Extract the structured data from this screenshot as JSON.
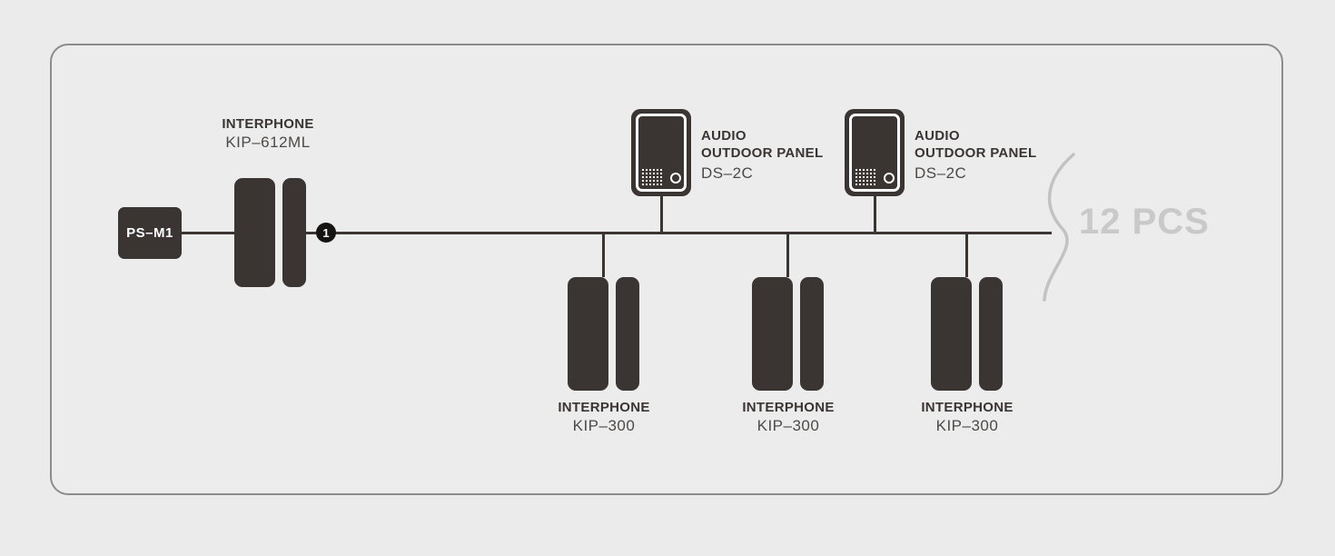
{
  "diagram": {
    "power_supply": {
      "label": "PS–M1"
    },
    "master_interphone": {
      "title": "INTERPHONE",
      "model": "KIP–612ML"
    },
    "bus_marker": {
      "label": "1"
    },
    "outdoor_panels": [
      {
        "line1": "AUDIO",
        "line2": "OUTDOOR PANEL",
        "model": "DS–2C"
      },
      {
        "line1": "AUDIO",
        "line2": "OUTDOOR PANEL",
        "model": "DS–2C"
      }
    ],
    "interphones": [
      {
        "title": "INTERPHONE",
        "model": "KIP–300"
      },
      {
        "title": "INTERPHONE",
        "model": "KIP–300"
      },
      {
        "title": "INTERPHONE",
        "model": "KIP–300"
      }
    ],
    "quantity_note": "12 PCS",
    "colors": {
      "device": "#3a3433",
      "background": "#ebebeb",
      "frame_border": "#8c8c8c",
      "muted_text": "#c9c9c9"
    }
  }
}
